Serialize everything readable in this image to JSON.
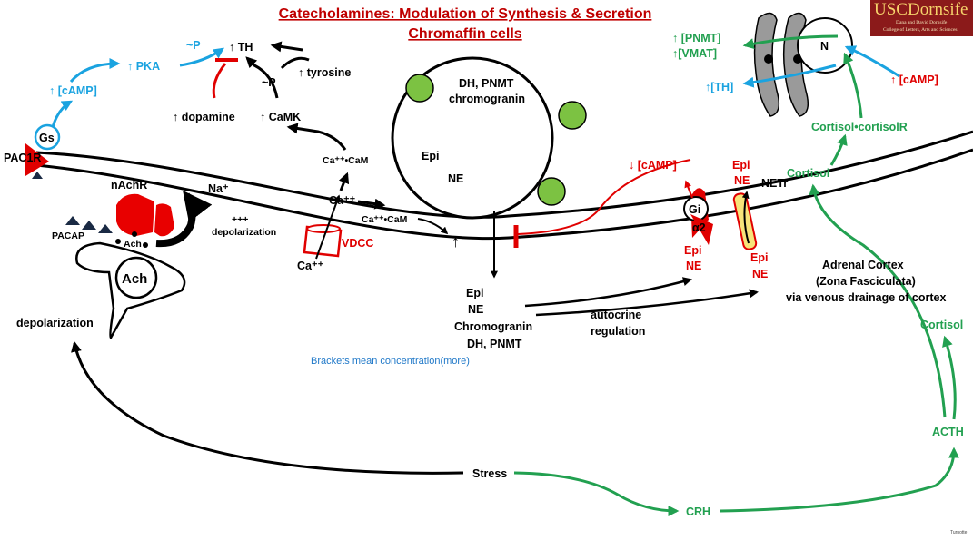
{
  "title": {
    "line1": "Catecholamines: Modulation of Synthesis & Secretion",
    "line2": "Chromaffin cells"
  },
  "logo": {
    "name": "Dornsife",
    "prefix": "USC",
    "sub1": "Dana and David Dornsife",
    "sub2": "College of Letters, Arts and Sciences"
  },
  "colors": {
    "red": "#e00000",
    "blue": "#1aa3e0",
    "green": "#22a050",
    "title": "#c00000",
    "logo_bg": "#8b1a1a"
  },
  "labels": {
    "th": "↑ TH",
    "p_left": "~P",
    "pka": "↑ PKA",
    "camp_up_left": "↑ [cAMP]",
    "tyrosine": "↑ tyrosine",
    "p_mid": "~P",
    "dopamine": "↑ dopamine",
    "camk": "↑ CaMK",
    "gs": "Gs",
    "pac1r": "PAC1R",
    "nachr": "nAchR",
    "na": "Na⁺",
    "pacap": "PACAP",
    "ach_small": "Ach",
    "ach_big": "Ach",
    "depol_plus": "+++",
    "depol_label": "depolarization",
    "ca_cam_top": "Ca⁺⁺•CaM",
    "ca_mid": "Ca⁺⁺",
    "ca_cam_right": "Ca⁺⁺•CaM",
    "vdcc": "VDCC",
    "ca_bottom": "Ca⁺⁺",
    "depol_bottom": "depolarization",
    "vesicle_line1": "DH, PNMT",
    "vesicle_line2": "chromogranin",
    "vesicle_epi": "Epi",
    "vesicle_ne": "NE",
    "up_arrow": "↑",
    "sec_epi": "Epi",
    "sec_ne": "NE",
    "sec_chromo": "Chromogranin",
    "sec_dh": "DH, PNMT",
    "autocrine1": "autocrine",
    "autocrine2": "regulation",
    "note": "Brackets mean concentration(more)",
    "camp_down": "↓ [cAMP]",
    "gi": "Gi",
    "alpha2": "α2",
    "epi_a2": "Epi",
    "ne_a2": "NE",
    "epi_top": "Epi",
    "ne_top": "NE",
    "netr": "NETr",
    "epi_netr": "Epi",
    "ne_netr": "NE",
    "pnmt": "↑ [PNMT]",
    "vmat": "↑[VMAT]",
    "th_right": "↑[TH]",
    "camp_up_right": "↑ [cAMP]",
    "nucleus": "N",
    "cortisol_r": "Cortisol•cortisolR",
    "cortisol_mid": "Cortisol",
    "adrenal1": "Adrenal Cortex",
    "adrenal2": "(Zona Fasciculata)",
    "adrenal3": "via venous drainage of cortex",
    "cortisol_right": "Cortisol",
    "acth": "ACTH",
    "stress": "Stress",
    "crh": "CRH",
    "credit": "Turnotte"
  }
}
